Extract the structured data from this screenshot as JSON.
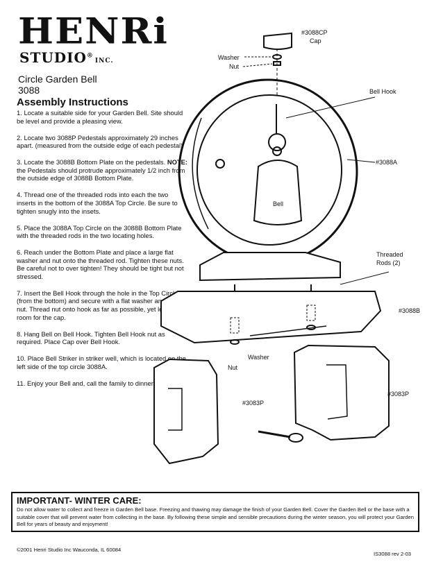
{
  "brand": {
    "name": "HENRi",
    "sub": "STUDIO",
    "registered": "®",
    "inc": "INC."
  },
  "product": {
    "name": "Circle Garden Bell",
    "number": "3088"
  },
  "instructions": {
    "title": "Assembly Instructions",
    "steps": [
      {
        "n": "1.",
        "text": "Locate a suitable side for your Garden Bell. Site should be level and provide a pleasing view."
      },
      {
        "n": "2.",
        "text": "Locate two 3088P Pedestals approximately 29 inches apart. (measured from the outside edge of each pedestal)"
      },
      {
        "n": "3.",
        "text_a": "Locate the 3088B Bottom Plate on the pedestals.",
        "note": "NOTE:",
        "text_b": "the Pedestals should protrude approximately 1/2 inch from the outside edge of 3088B Bottom Plate."
      },
      {
        "n": "4.",
        "text": "Thread one of the threaded rods into each the two inserts in the bottom of the 3088A Top Circle. Be sure to tighten snugly into the insets."
      },
      {
        "n": "5.",
        "text": "Place the 3088A Top Circle on the 3088B Bottom Plate with the threaded rods in the two locating holes."
      },
      {
        "n": "6.",
        "text": "Reach under the Bottom Plate and place a large flat washer and nut onto the threaded rod. Tighten these nuts. Be careful not to over tighten! They should be tight but not stressed."
      },
      {
        "n": "7.",
        "text": "Insert the Bell Hook through the hole in the Top Circle (from the bottom) and secure with a flat washer and 1/2\" nut. Thread nut onto hook as far as possible, yet leaving room for the cap."
      },
      {
        "n": "8.",
        "text": "Hang Bell on Bell Hook. Tighten Bell Hook nut as required. Place Cap over Bell Hook."
      },
      {
        "n": "10.",
        "text": "Place Bell Striker in striker well, which is located on the left side of the top circle 3088A."
      },
      {
        "n": "11.",
        "text": "Enjoy your Bell and, call the family to dinner."
      }
    ]
  },
  "diagram_labels": {
    "cap_num": "#3088CP",
    "cap": "Cap",
    "washer_top": "Washer",
    "nut_top": "Nut",
    "bell_hook": "Bell Hook",
    "top_circle": "#3088A",
    "bell": "Bell",
    "threaded_rods": "Threaded Rods (2)",
    "bottom_plate": "#3088B",
    "washer_bottom": "Washer",
    "nut_bottom": "Nut",
    "pedestal_left": "#3083P",
    "pedestal_right": "#3083P"
  },
  "winter": {
    "title": "IMPORTANT- WINTER CARE:",
    "body": "Do not allow water to collect and freeze in Garden Bell base. Freezing and thawing may damage the finish of your Garden Bell. Cover the Garden Bell or the base with a suitable cover that will prevent water from collecting in the base. By following these simple and sensible precautions during the winter season, you will protect your Garden Bell for years of beauty and enjoyment!"
  },
  "footer": {
    "copyright": "©2001 Henri Studio Inc   Wauconda, IL 60084",
    "revision": "IS3088 rev 2-03"
  }
}
